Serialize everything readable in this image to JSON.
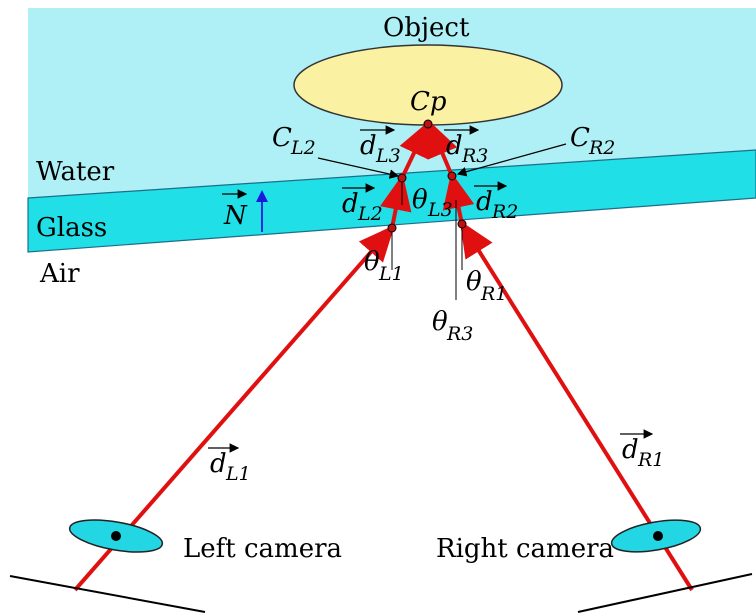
{
  "labels": {
    "object": "Object",
    "cp": "Cp",
    "water": "Water",
    "glass": "Glass",
    "air": "Air",
    "left_camera": "Left camera",
    "right_camera": "Right camera",
    "normal": {
      "main": "N"
    },
    "c_l2": {
      "main": "C",
      "sub": "L2"
    },
    "c_r2": {
      "main": "C",
      "sub": "R2"
    },
    "d_l1": {
      "main": "d",
      "sub": "L1"
    },
    "d_l2": {
      "main": "d",
      "sub": "L2"
    },
    "d_l3": {
      "main": "d",
      "sub": "L3"
    },
    "d_r1": {
      "main": "d",
      "sub": "R1"
    },
    "d_r2": {
      "main": "d",
      "sub": "R2"
    },
    "d_r3": {
      "main": "d",
      "sub": "R3"
    },
    "theta_l1": {
      "main": "θ",
      "sub": "L1"
    },
    "theta_l3": {
      "main": "θ",
      "sub": "L3"
    },
    "theta_r1": {
      "main": "θ",
      "sub": "R1"
    },
    "theta_r3": {
      "main": "θ",
      "sub": "R3"
    }
  },
  "colors": {
    "water": "#aef0f5",
    "glass": "#21dfe6",
    "object": "#fbf1a2",
    "ray": "#e01010",
    "normal": "#1a1adf",
    "camera": "#22d6e3"
  }
}
